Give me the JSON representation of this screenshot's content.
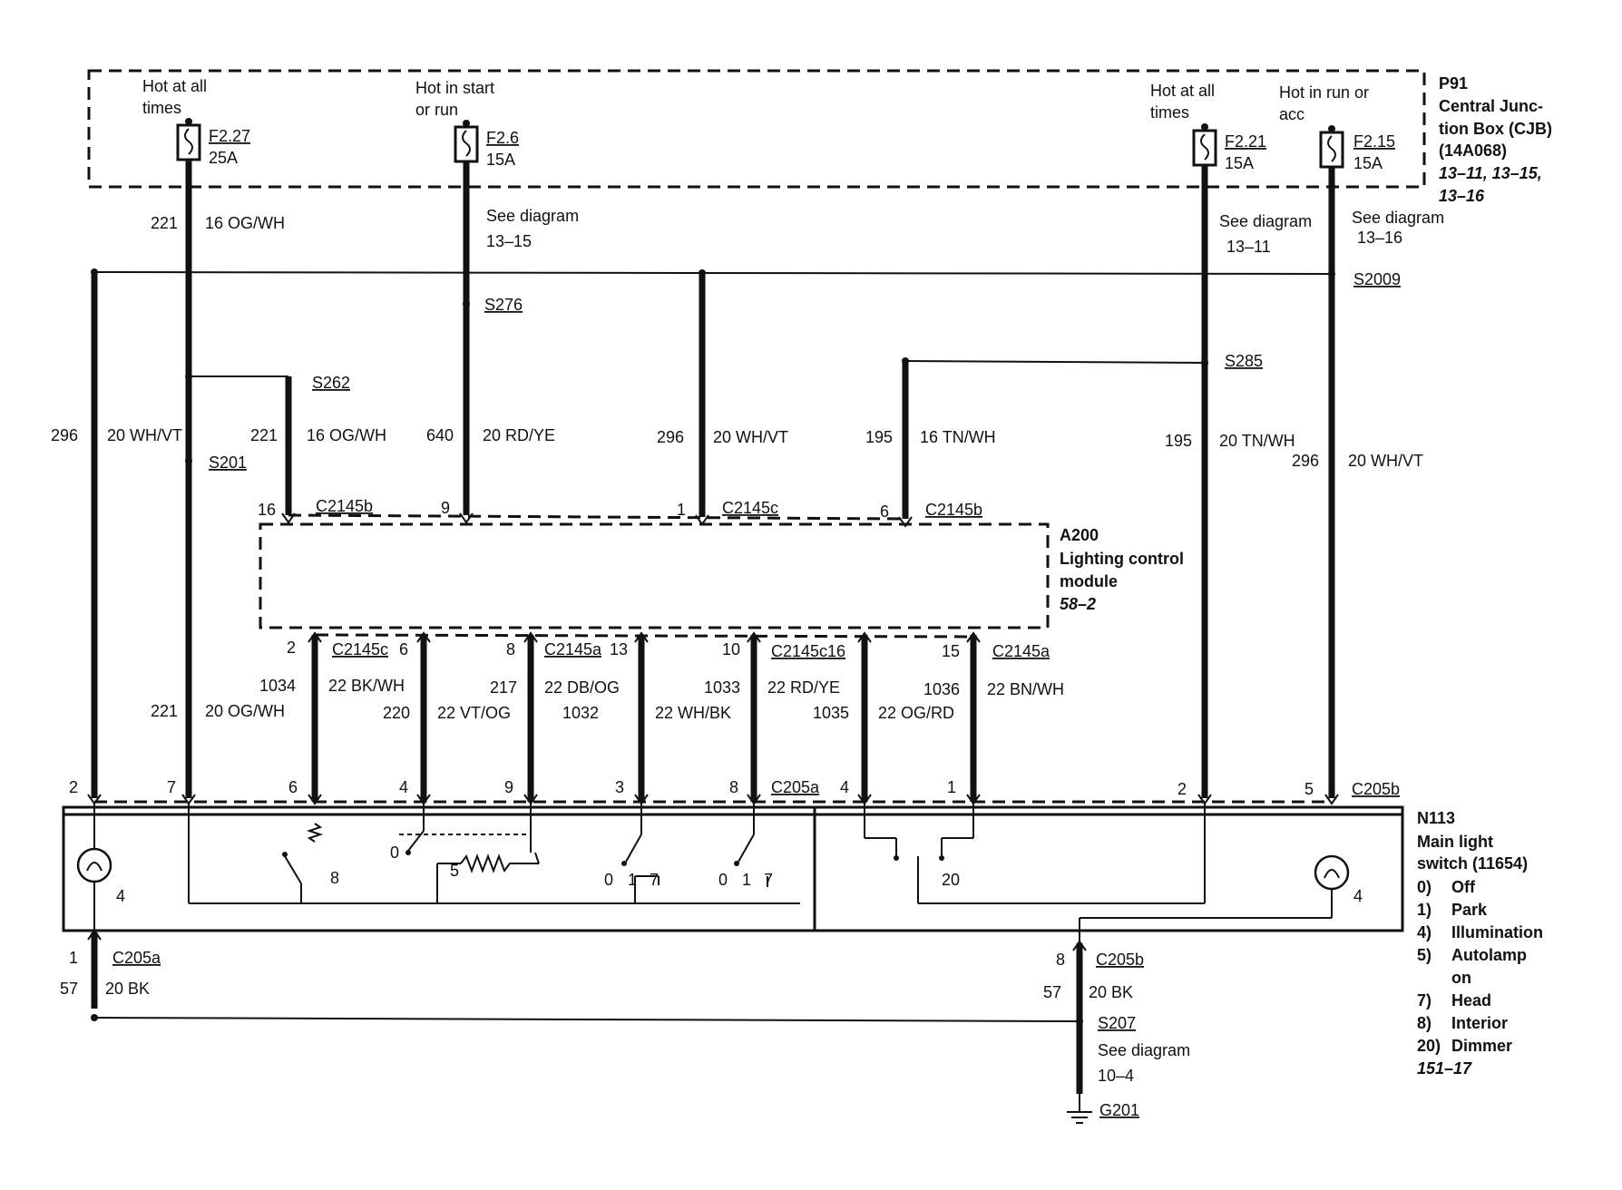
{
  "cjb": {
    "hot_at_all_1": "Hot at all",
    "times_1": "times",
    "hot_start_1": "Hot in start",
    "hot_start_2": "or run",
    "hot_at_all_2": "Hot at all",
    "times_2": "times",
    "hot_run_1": "Hot in run or",
    "hot_run_2": "acc",
    "f227_id": "F2.27",
    "f227_amp": "25A",
    "f26_id": "F2.6",
    "f26_amp": "15A",
    "f221_id": "F2.21",
    "f221_amp": "15A",
    "f215_id": "F2.15",
    "f215_amp": "15A",
    "p91_1": "P91",
    "p91_2": "Central Junc-",
    "p91_3": "tion Box (CJB)",
    "p91_4": "(14A068)",
    "p91_5": "13–11, 13–15,",
    "p91_6": "13–16"
  },
  "wires": {
    "w221a_num": "221",
    "w221a_color": "16 OG/WH",
    "see_1315_a": "See diagram",
    "see_1315_b": "13–15",
    "s276": "S276",
    "see_1311_a": "See diagram",
    "see_1311_b": "13–11",
    "see_1316_a": "See diagram",
    "see_1316_b": "13–16",
    "s2009": "S2009",
    "s262": "S262",
    "s285": "S285",
    "s201": "S201",
    "w296a_num": "296",
    "w296a_color": "20 WH/VT",
    "w221b_num": "221",
    "w221b_color": "16 OG/WH",
    "w640_num": "640",
    "w640_color": "20 RD/YE",
    "w296b_num": "296",
    "w296b_color": "20 WH/VT",
    "w195a_num": "195",
    "w195a_color": "16 TN/WH",
    "w195b_num": "195",
    "w195b_color": "20 TN/WH",
    "w296c_num": "296",
    "w296c_color": "20 WH/VT"
  },
  "top_connectors": {
    "p16": "16",
    "c2145b_1": "C2145b",
    "p9": "9",
    "p1": "1",
    "c2145c_1": "C2145c",
    "p6": "6",
    "c2145b_2": "C2145b"
  },
  "module": {
    "id": "A200",
    "name_1": "Lighting control",
    "name_2": "module",
    "ref": "58–2"
  },
  "bottom_connectors": {
    "p2": "2",
    "c2145c": "C2145c",
    "p6": "6",
    "p8": "8",
    "c2145a_1": "C2145a",
    "p13": "13",
    "p10": "10",
    "c2145c16": "C2145c16",
    "p15": "15",
    "c2145a_2": "C2145a"
  },
  "lower_wires": {
    "w1034": "1034",
    "w1034_c": "22 BK/WH",
    "w221": "221",
    "w221_c": "20 OG/WH",
    "w220": "220",
    "w220_c": "22 VT/OG",
    "w217": "217",
    "w217_c": "22 DB/OG",
    "w1032": "1032",
    "w1032_c": "22 WH/BK",
    "w1033": "1033",
    "w1033_c": "22 RD/YE",
    "w1035": "1035",
    "w1035_c": "22 OG/RD",
    "w1036": "1036",
    "w1036_c": "22 BN/WH"
  },
  "c205": {
    "p2": "2",
    "p7": "7",
    "p6": "6",
    "p4": "4",
    "p9": "9",
    "p3": "3",
    "p8": "8",
    "c205a": "C205a",
    "p4b": "4",
    "p1": "1",
    "p2b": "2",
    "p5": "5",
    "c205b": "C205b"
  },
  "switch": {
    "lamp_l_num": "4",
    "s8": "8",
    "s0": "0",
    "s5": "5",
    "g1": "0",
    "g1b": "1",
    "g1c": "7",
    "g2": "0",
    "g2b": "1",
    "g2c": "7",
    "s20": "20",
    "lamp_r_num": "4"
  },
  "n113": {
    "id": "N113",
    "name_1": "Main light",
    "name_2": "switch (11654)",
    "positions": [
      {
        "n": "0)",
        "t": "Off"
      },
      {
        "n": "1)",
        "t": "Park"
      },
      {
        "n": "4)",
        "t": "Illumination"
      },
      {
        "n": "5)",
        "t": "Autolamp"
      },
      {
        "n": "",
        "t": "on"
      },
      {
        "n": "7)",
        "t": "Head"
      },
      {
        "n": "8)",
        "t": "Interior"
      },
      {
        "n": "20)",
        "t": "Dimmer"
      }
    ],
    "ref": "151–17"
  },
  "ground": {
    "p1": "1",
    "c205a": "C205a",
    "w57a": "57",
    "w57a_c": "20 BK",
    "p8": "8",
    "c205b": "C205b",
    "w57b": "57",
    "w57b_c": "20 BK",
    "s207": "S207",
    "see_104_a": "See diagram",
    "see_104_b": "10–4",
    "g201": "G201"
  }
}
